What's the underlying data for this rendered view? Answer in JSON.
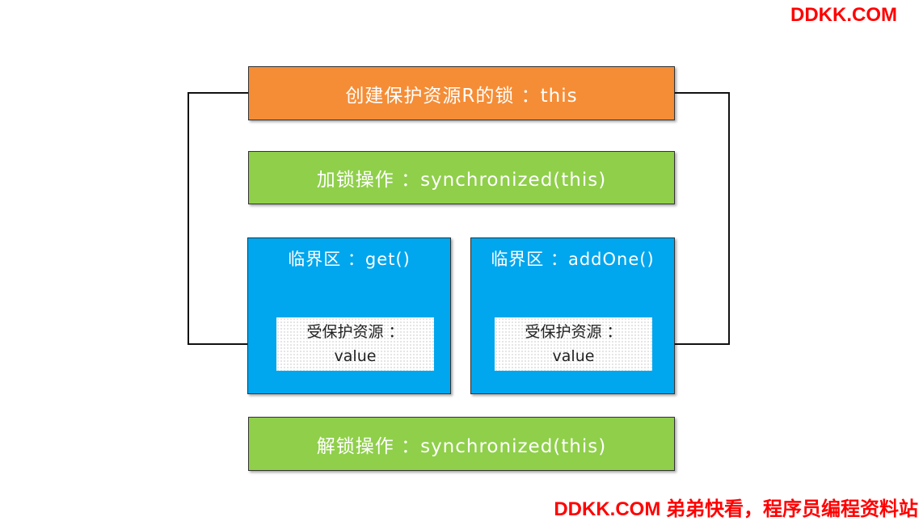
{
  "watermark": {
    "top": "DDKK.COM",
    "bottom": "DDKK.COM 弟弟快看，程序员编程资料站"
  },
  "diagram": {
    "lock_box": "创建保护资源R的锁 ：this",
    "acquire_box": "加锁操作 ：synchronized(this)",
    "critical_left": {
      "title": "临界区 ：get()",
      "resource_label": "受保护资源 ：",
      "resource_value": "value"
    },
    "critical_right": {
      "title": "临界区 ：addOne()",
      "resource_label": "受保护资源 ：",
      "resource_value": "value"
    },
    "release_box": "解锁操作 ：synchronized(this)"
  },
  "colors": {
    "lock": "#f58d36",
    "operation": "#8fcf4a",
    "critical_section": "#00a6ee",
    "watermark": "#ff0000"
  }
}
